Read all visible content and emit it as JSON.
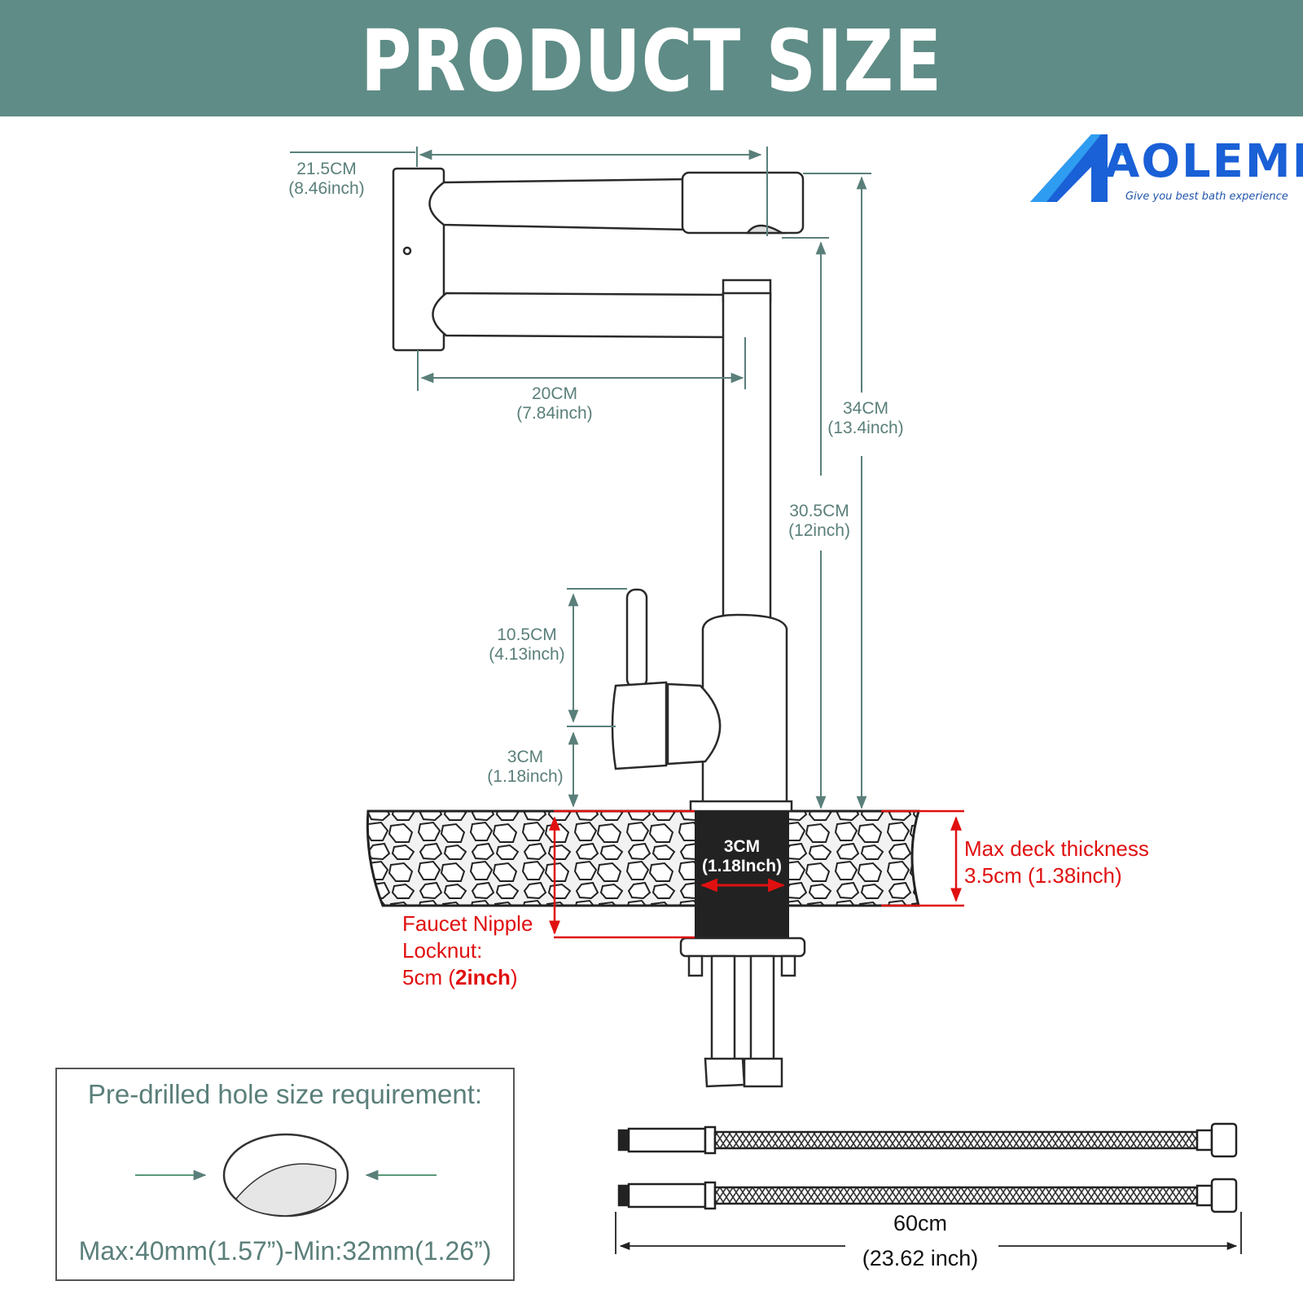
{
  "banner": {
    "title": "PRODUCT SIZE"
  },
  "logo": {
    "brand": "AOLEMI",
    "tagline": "Give you best bath experience"
  },
  "dimensions": {
    "upper_arm": [
      "21.5CM",
      "(8.46inch)"
    ],
    "lower_arm": [
      "20CM",
      "(7.84inch)"
    ],
    "total_height": [
      "34CM",
      "(13.4inch)"
    ],
    "spout_height": [
      "30.5CM",
      "(12inch)"
    ],
    "handle_height": [
      "10.5CM",
      "(4.13inch)"
    ],
    "base_height": [
      "3CM",
      "(1.18inch)"
    ],
    "shank_diameter": [
      "3CM",
      "(1.18Inch)"
    ]
  },
  "deck": {
    "line1": "Max deck thickness",
    "line2": "3.5cm (1.38inch)"
  },
  "nipple": {
    "line1": "Faucet Nipple",
    "line2": "Locknut:",
    "line3_value": "5cm (",
    "line3_bold": "2inch",
    "line3_end": ")"
  },
  "hole": {
    "title": "Pre-drilled hole size requirement:",
    "size": "Max:40mm(1.57”)-Min:32mm(1.26”)"
  },
  "hose": {
    "length_cm": "60cm",
    "length_in": "(23.62 inch)"
  },
  "colors": {
    "banner": "#5f8c86",
    "dimension_text": "#5a7f7a",
    "warning_red": "#e01010",
    "logo_blue": "#1a60d6"
  }
}
